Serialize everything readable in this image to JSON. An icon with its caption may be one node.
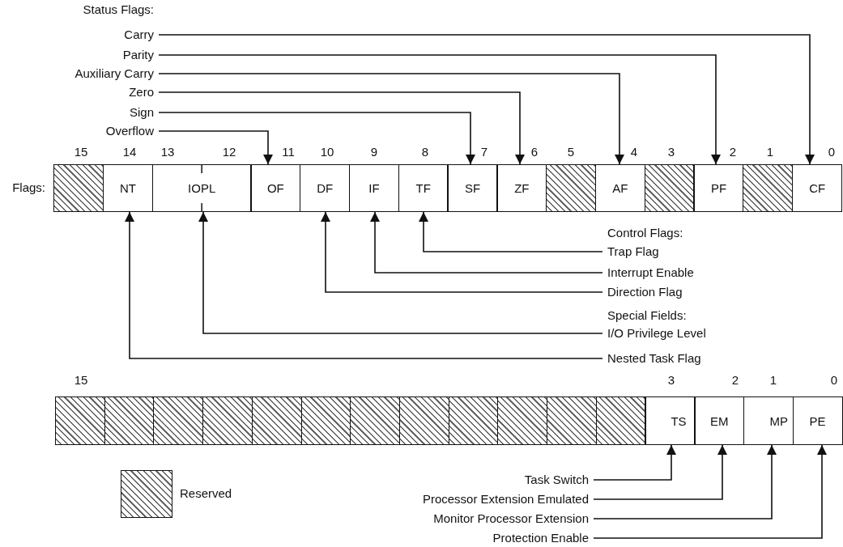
{
  "diagram": {
    "nodes": [
      {
        "text": [
          "Carry"
        ]
      },
      {
        "text": [
          "Parity"
        ]
      },
      {
        "text": [
          "Auxiliary Carry"
        ]
      },
      {
        "text": [
          "Zero"
        ]
      },
      {
        "text": [
          "Sign"
        ]
      },
      {
        "text": [
          "Overflow"
        ]
      },
      {
        "text": [],
        "shape": "box"
      },
      {
        "text": [
          "NT"
        ]
      },
      {
        "text": [
          "IOPL"
        ]
      },
      {
        "text": [
          "OF"
        ]
      },
      {
        "text": [
          "DF"
        ]
      },
      {
        "text": [
          "IF"
        ]
      },
      {
        "text": [
          "TF"
        ]
      },
      {
        "text": [
          "SF"
        ]
      },
      {
        "text": [
          "ZF"
        ]
      },
      {
        "text": [],
        "shape": "box"
      },
      {
        "text": [
          "AF"
        ]
      },
      {
        "text": [],
        "shape": "box"
      },
      {
        "text": [
          "PF"
        ]
      },
      {
        "text": [],
        "shape": "box"
      },
      {
        "text": [
          "CF"
        ]
      },
      {
        "text": [
          "Trap Flag"
        ]
      },
      {
        "text": [
          "Interrupt Enable"
        ]
      },
      {
        "text": [
          "Direction Flag"
        ]
      },
      {
        "text": [
          "I/O Privilege Level"
        ]
      },
      {
        "text": [
          "Nested Task Flag"
        ]
      },
      {
        "text": [],
        "shape": "box"
      },
      {
        "text": [],
        "shape": "box"
      },
      {
        "text": [],
        "shape": "box"
      },
      {
        "text": [],
        "shape": "box"
      },
      {
        "text": [],
        "shape": "box"
      },
      {
        "text": [],
        "shape": "box"
      },
      {
        "text": [],
        "shape": "box"
      },
      {
        "text": [],
        "shape": "box"
      },
      {
        "text": [],
        "shape": "box"
      },
      {
        "text": [],
        "shape": "box"
      },
      {
        "text": [],
        "shape": "box"
      },
      {
        "text": [],
        "shape": "box"
      },
      {
        "text": [
          "TS"
        ]
      },
      {
        "text": [
          "EM"
        ]
      },
      {
        "text": [
          "MP"
        ]
      },
      {
        "text": [
          "PE"
        ]
      },
      {
        "text": [
          "Task Switch"
        ]
      },
      {
        "text": [
          "Processor Extension Emulated"
        ]
      },
      {
        "text": [
          "Monitor Processor Extension"
        ]
      },
      {
        "text": [
          "Protection Enable"
        ]
      }
    ],
    "edges": [
      {
        "from": 0,
        "to": 20,
        "arrow": "to"
      },
      {
        "from": 1,
        "to": 18,
        "arrow": "to"
      },
      {
        "from": 2,
        "to": 16,
        "arrow": "to"
      },
      {
        "from": 3,
        "to": 14,
        "arrow": "to"
      },
      {
        "from": 4,
        "to": 13,
        "arrow": "to"
      },
      {
        "from": 5,
        "to": 9,
        "arrow": "to"
      },
      {
        "from": 21,
        "to": 12,
        "arrow": "to"
      },
      {
        "from": 22,
        "to": 11,
        "arrow": "to"
      },
      {
        "from": 23,
        "to": 10,
        "arrow": "to"
      },
      {
        "from": 24,
        "to": 8,
        "arrow": "to"
      },
      {
        "from": 25,
        "to": 7,
        "arrow": "to"
      },
      {
        "from": 42,
        "to": 38,
        "arrow": "to"
      },
      {
        "from": 43,
        "to": 39,
        "arrow": "to"
      },
      {
        "from": 44,
        "to": 40,
        "arrow": "to"
      },
      {
        "from": 45,
        "to": 41,
        "arrow": "to"
      }
    ],
    "labels": [
      "Status Flags:",
      "15",
      "14",
      "13",
      "12",
      "11",
      "10",
      "9",
      "8",
      "7",
      "6",
      "5",
      "4",
      "3",
      "2",
      "1",
      "0",
      "Flags:",
      "Control Flags:",
      "Special Fields:",
      "15",
      "3",
      "2",
      "1",
      "0"
    ],
    "legend": [
      {
        "text": "Reserved"
      }
    ]
  }
}
